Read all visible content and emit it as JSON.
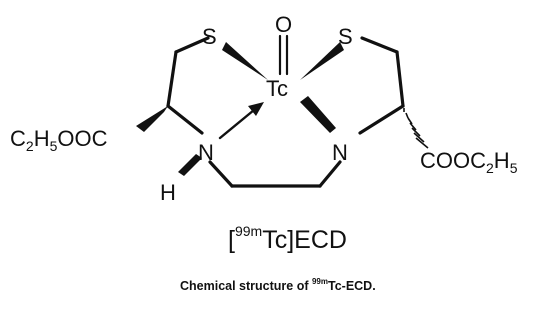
{
  "molecule": {
    "atoms": {
      "s_left": "S",
      "s_right": "S",
      "oxygen": "O",
      "metal": "Tc",
      "n_left": "N",
      "n_right": "N",
      "hydrogen": "H"
    },
    "ester_left": {
      "c": "C",
      "c_sub": "2",
      "h": "H",
      "h_sub": "5",
      "tail": "OOC"
    },
    "ester_right": {
      "head": "COOC",
      "c_sub": "2",
      "h": "H",
      "h_sub": "5"
    }
  },
  "name": {
    "open": "[",
    "isotope": "99m",
    "element": "Tc",
    "close": "]",
    "ligand": "ECD"
  },
  "caption": {
    "prefix": "Chemical structure of ",
    "isotope": "99m",
    "suffix": "Tc-ECD."
  },
  "colors": {
    "ink": "#111111",
    "background": "#ffffff"
  }
}
